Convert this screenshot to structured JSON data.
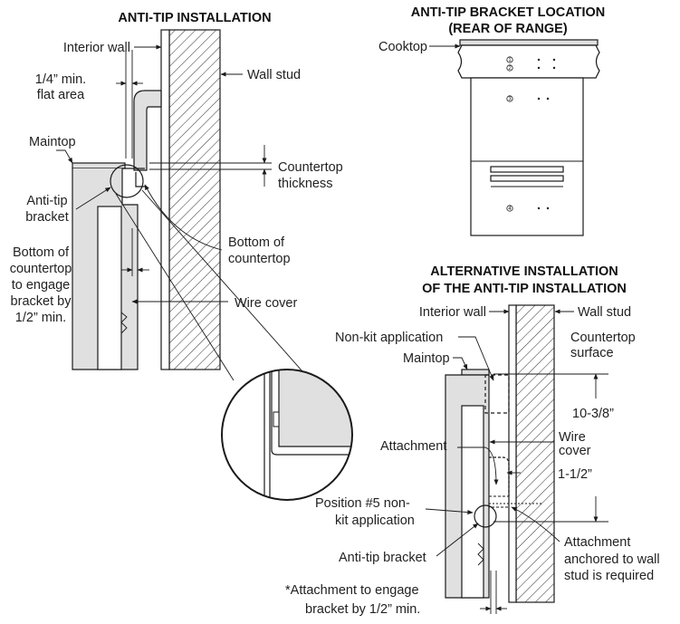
{
  "main": {
    "title": "ANTI-TIP INSTALLATION",
    "labels": {
      "interior_wall": "Interior wall",
      "flat_area_1": "1/4” min.",
      "flat_area_2": "flat area",
      "wall_stud": "Wall stud",
      "maintop": "Maintop",
      "countertop_thickness_1": "Countertop",
      "countertop_thickness_2": "thickness",
      "anti_tip_bracket_1": "Anti-tip",
      "anti_tip_bracket_2": "bracket",
      "bottom_engage_1": "Bottom of",
      "bottom_engage_2": "countertop",
      "bottom_engage_3": "to engage",
      "bottom_engage_4": "bracket by",
      "bottom_engage_5": "1/2” min.",
      "bottom_countertop_1": "Bottom of",
      "bottom_countertop_2": "countertop",
      "wire_cover": "Wire cover"
    }
  },
  "location": {
    "title_1": "ANTI-TIP BRACKET LOCATION",
    "title_2": "(REAR OF RANGE)",
    "cooktop": "Cooktop",
    "positions": [
      "1",
      "2",
      "3",
      "4"
    ]
  },
  "alternative": {
    "title_1": "ALTERNATIVE INSTALLATION",
    "title_2": "OF THE ANTI-TIP INSTALLATION",
    "labels": {
      "interior_wall": "Interior wall",
      "wall_stud": "Wall stud",
      "non_kit": "Non-kit application",
      "countertop_surface_1": "Countertop",
      "countertop_surface_2": "surface",
      "maintop": "Maintop",
      "dim_height": "10-3/8”",
      "wire_cover_1": "Wire",
      "wire_cover_2": "cover",
      "attachment": "Attachment",
      "dim_offset": "1-1/2”",
      "position5_1": "Position #5 non-",
      "position5_2": "kit application",
      "anti_tip_bracket": "Anti-tip bracket",
      "anchored_1": "Attachment",
      "anchored_2": "anchored to wall",
      "anchored_3": "stud is required",
      "footnote_1": "*Attachment to engage",
      "footnote_2": "bracket by 1/2” min."
    }
  }
}
